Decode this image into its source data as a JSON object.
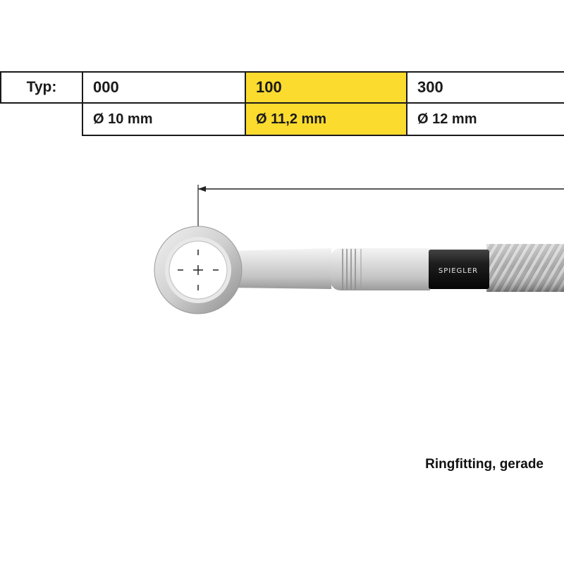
{
  "table": {
    "type_label": "Typ:",
    "columns": [
      {
        "type": "000",
        "diameter": "Ø 10 mm",
        "highlighted": false
      },
      {
        "type": "100",
        "diameter": "Ø 11,2 mm",
        "highlighted": true
      },
      {
        "type": "300",
        "diameter": "Ø 12 mm",
        "highlighted": false
      }
    ],
    "highlight_color": "#fcdb2f"
  },
  "drawing": {
    "brand": "SPIEGLER"
  },
  "caption": "Ringfitting, gerade"
}
